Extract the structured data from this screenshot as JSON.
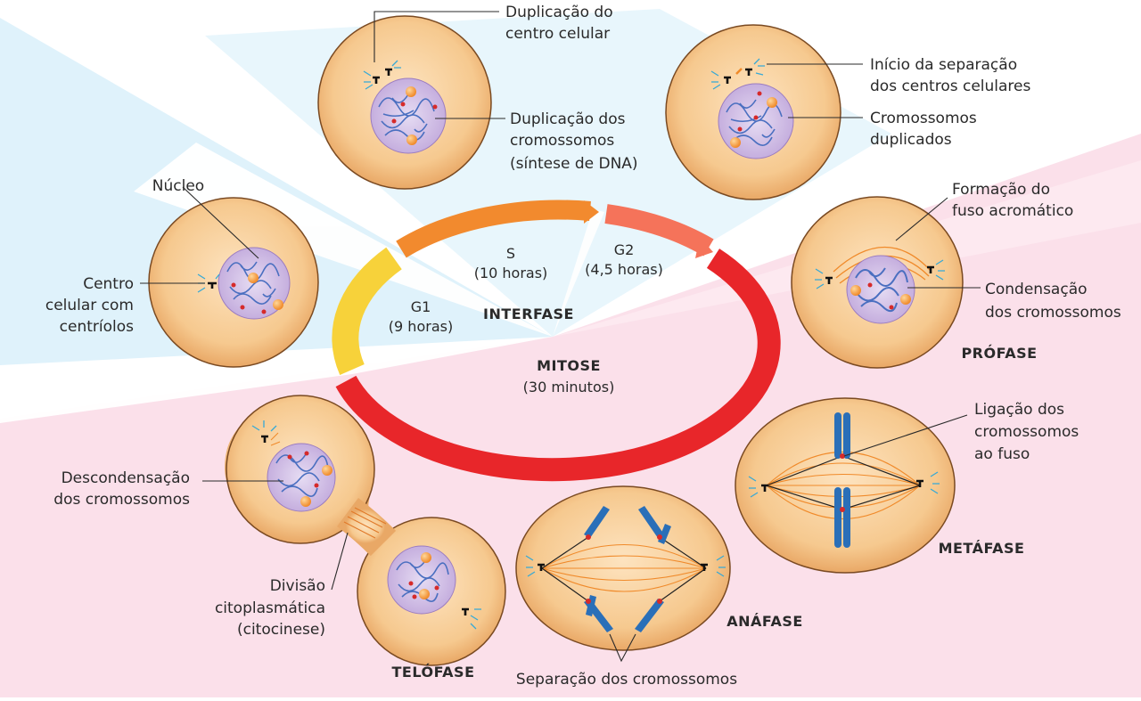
{
  "center": {
    "interfase": "INTERFASE",
    "mitose": "MITOSE",
    "mitose_time": "(30 minutos)"
  },
  "arcs": {
    "g1": "G1",
    "g1_time": "(9 horas)",
    "s": "S",
    "s_time": "(10 horas)",
    "g2": "G2",
    "g2_time": "(4,5 horas)"
  },
  "phases": {
    "profase": "PRÓFASE",
    "metafase": "METÁFASE",
    "anafase": "ANÁFASE",
    "telofase": "TELÓFASE"
  },
  "labels": {
    "nucleo": "Núcleo",
    "centro": [
      "Centro",
      "celular com",
      "centríolos"
    ],
    "dup_centro": [
      "Duplicação do",
      "centro celular"
    ],
    "dup_crom": [
      "Duplicação dos",
      "cromossomos",
      "(síntese de DNA)"
    ],
    "inicio_sep": [
      "Início da separação",
      "dos centros celulares"
    ],
    "crom_dup": [
      "Cromossomos",
      "duplicados"
    ],
    "formacao": [
      "Formação do",
      "fuso acromático"
    ],
    "condens": [
      "Condensação",
      "dos cromossomos"
    ],
    "ligacao": [
      "Ligação dos",
      "cromossomos",
      "ao fuso"
    ],
    "separacao": "Separação dos cromossomos",
    "divisao": [
      "Divisão",
      "citoplasmática",
      "(citocinese)"
    ],
    "descondens": [
      "Descondensação",
      "dos cromossomos"
    ]
  },
  "colors": {
    "g1_arc": "#f7d23a",
    "s_arc": "#f28a2e",
    "g2_arc": "#f5735a",
    "mitosis_arc": "#e8262a",
    "cell_fill": "#f6c98f",
    "cell_stroke": "#7a4a22",
    "nucleus_fill": "#c9b4e0",
    "chromatin": "#4a6fc0",
    "chromosome": "#2a6fb8",
    "interphase_bg": "#dff2fb",
    "mitosis_bg": "#fbe0ea"
  }
}
